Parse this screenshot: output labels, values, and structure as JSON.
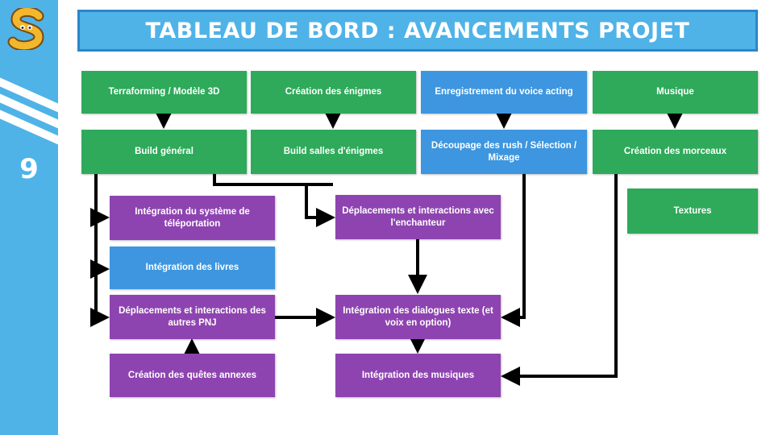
{
  "slide": {
    "number": "9"
  },
  "header": {
    "title": "TABLEAU DE BORD : AVANCEMENTS PROJET"
  },
  "colors": {
    "sidebar": "#4fb3e8",
    "green": "#2eaa5a",
    "blue": "#3d96df",
    "purple": "#8e44b0",
    "connector": "#000000"
  },
  "nodes": {
    "terraforming": "Terraforming / Modèle 3D",
    "enigmes": "Création des énigmes",
    "voice": "Enregistrement du voice acting",
    "musique": "Musique",
    "build_general": "Build général",
    "build_salles": "Build salles d'énigmes",
    "decoupage": "Découpage des rush / Sélection / Mixage",
    "morceaux": "Création des morceaux",
    "teleport": "Intégration du système de téléportation",
    "enchanteur": "Déplacements et interactions avec l'enchanteur",
    "textures": "Textures",
    "livres": "Intégration des livres",
    "pnj": "Déplacements et interactions des autres PNJ",
    "dialogues": "Intégration des dialogues texte (et voix en option)",
    "quetes": "Création des quêtes annexes",
    "integ_musiques": "Intégration des musiques"
  }
}
